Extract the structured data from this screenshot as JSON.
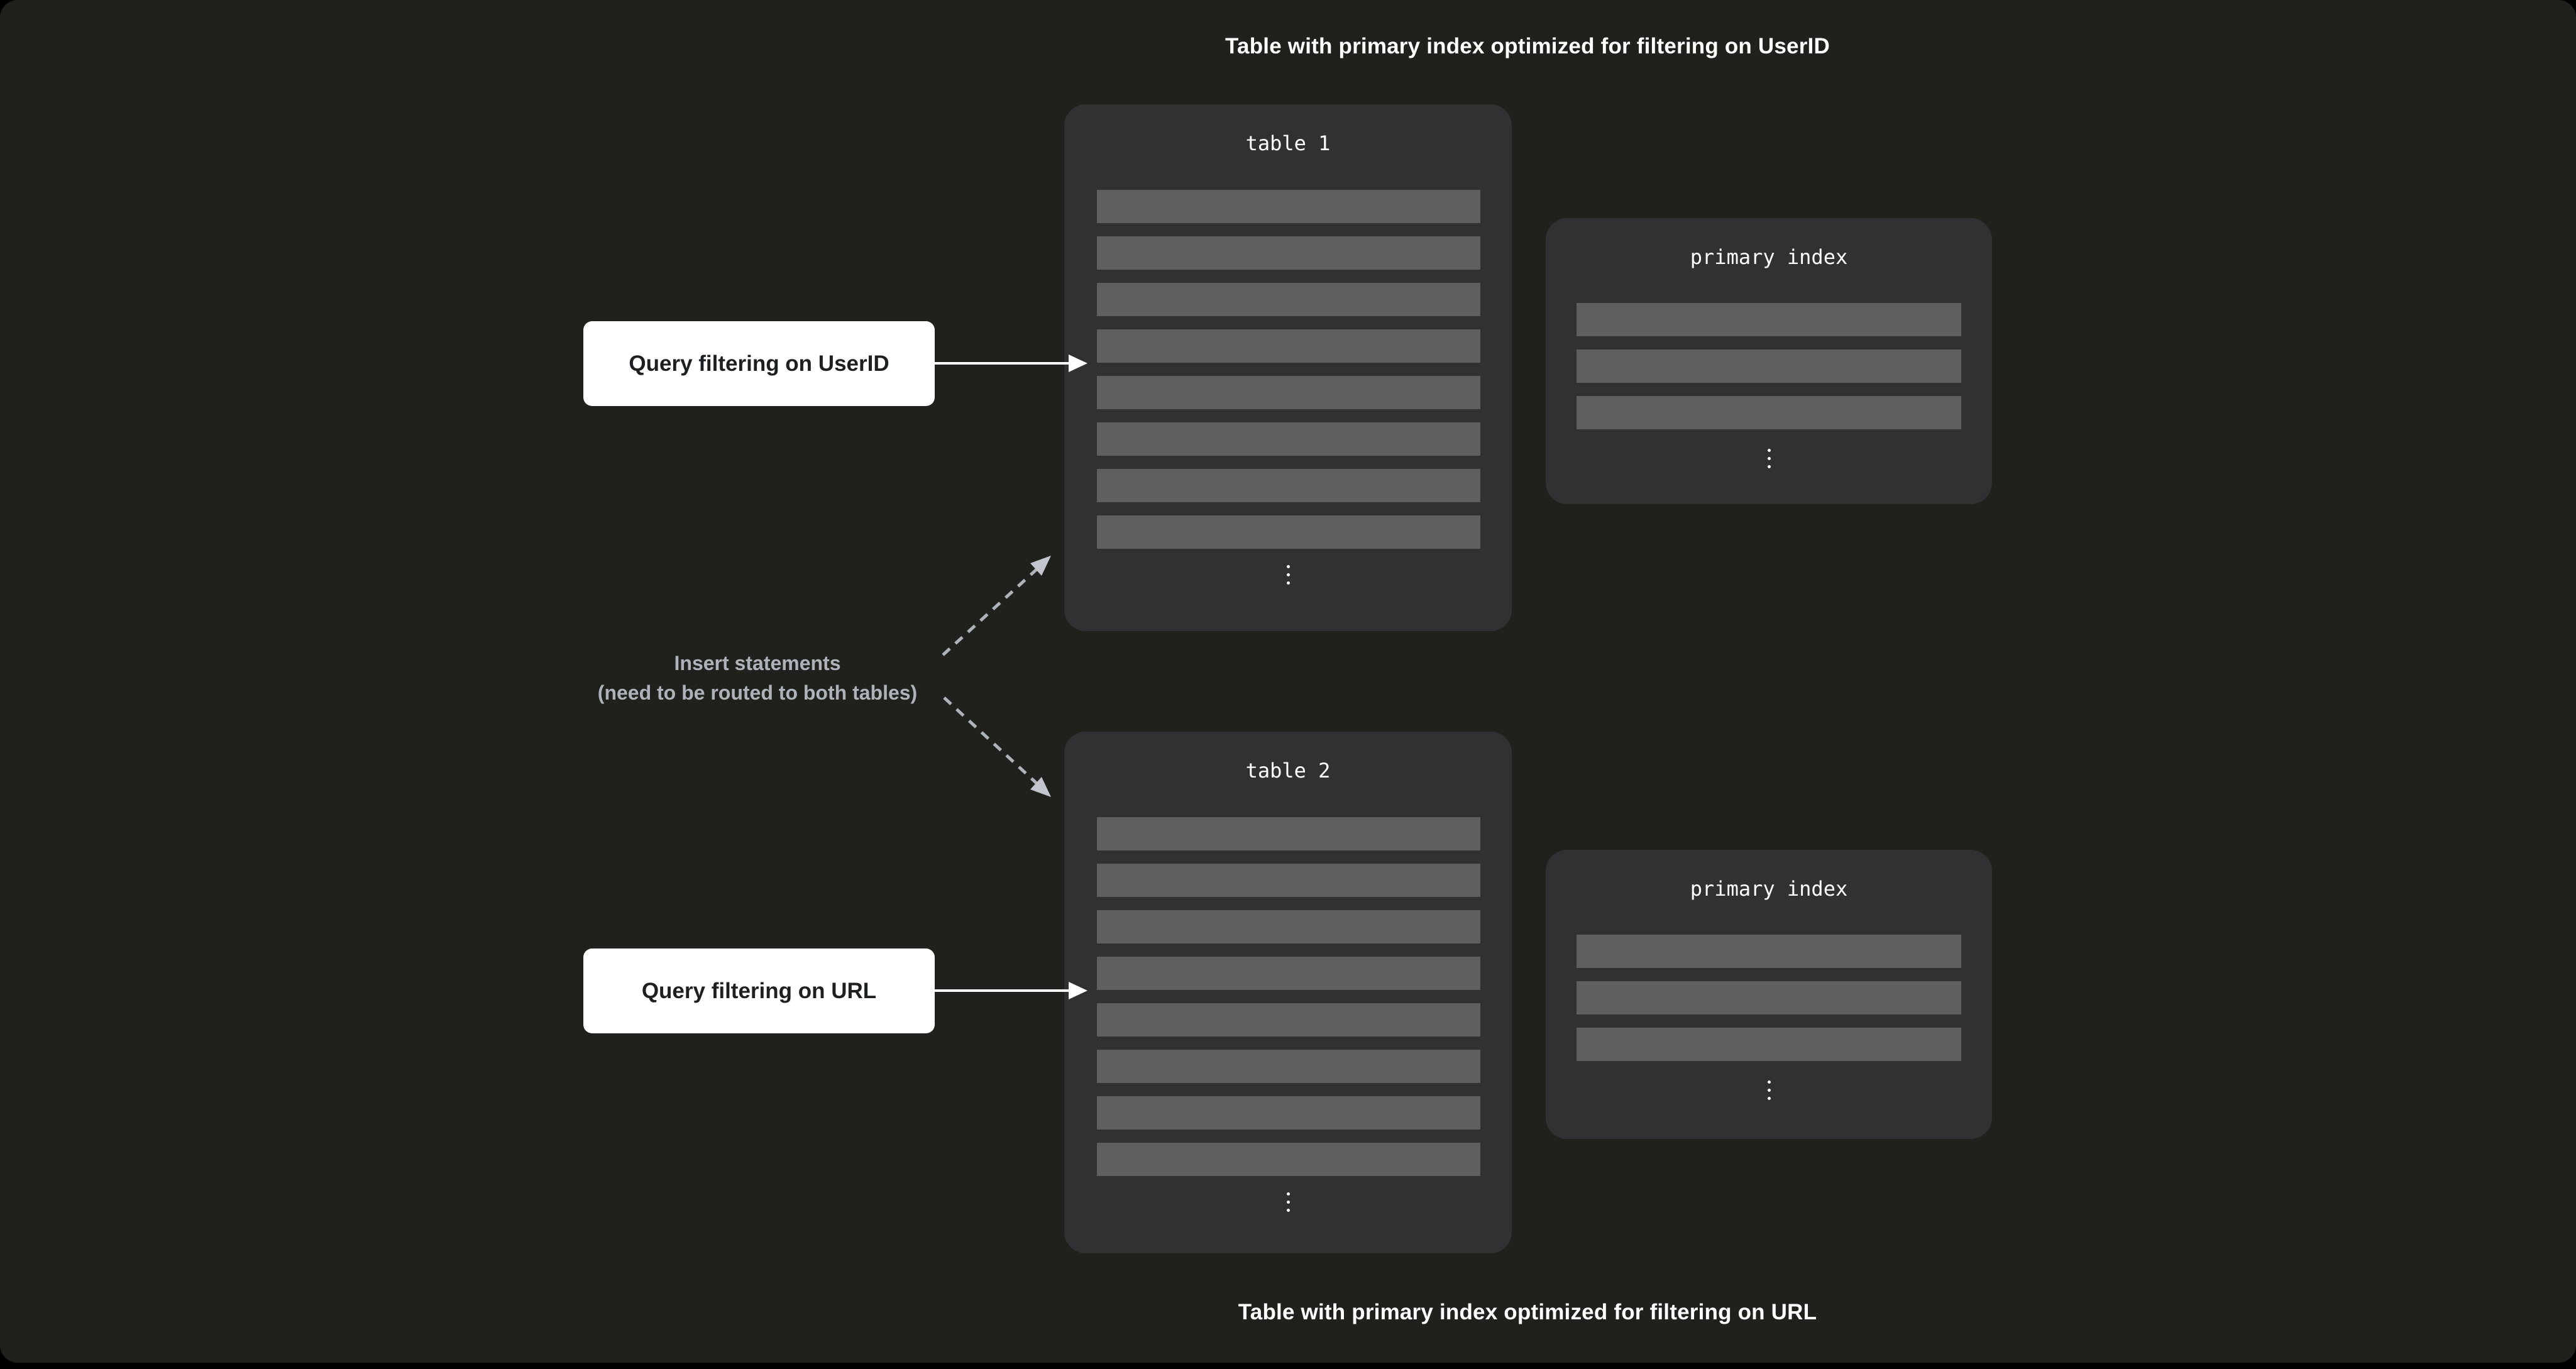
{
  "captions": {
    "top": "Table with primary index optimized for filtering on UserID",
    "bottom": "Table with primary index optimized for filtering on URL"
  },
  "cards": {
    "table1": {
      "title": "table 1",
      "row_count": 8
    },
    "index1": {
      "title": "primary index",
      "row_count": 3
    },
    "table2": {
      "title": "table 2",
      "row_count": 8
    },
    "index2": {
      "title": "primary index",
      "row_count": 3
    }
  },
  "labels": {
    "query_userid": "Query filtering on UserID",
    "query_url": "Query filtering on URL",
    "insert_line1": "Insert statements",
    "insert_line2": "(need to be routed to both tables)"
  },
  "colors": {
    "canvas": "#20211c",
    "card": "#313134",
    "row": "#5f5f60",
    "query_box_bg": "#ffffff",
    "query_box_text": "#1e1f21",
    "note_text": "#aeb3ba",
    "caption_text": "#ffffff"
  }
}
